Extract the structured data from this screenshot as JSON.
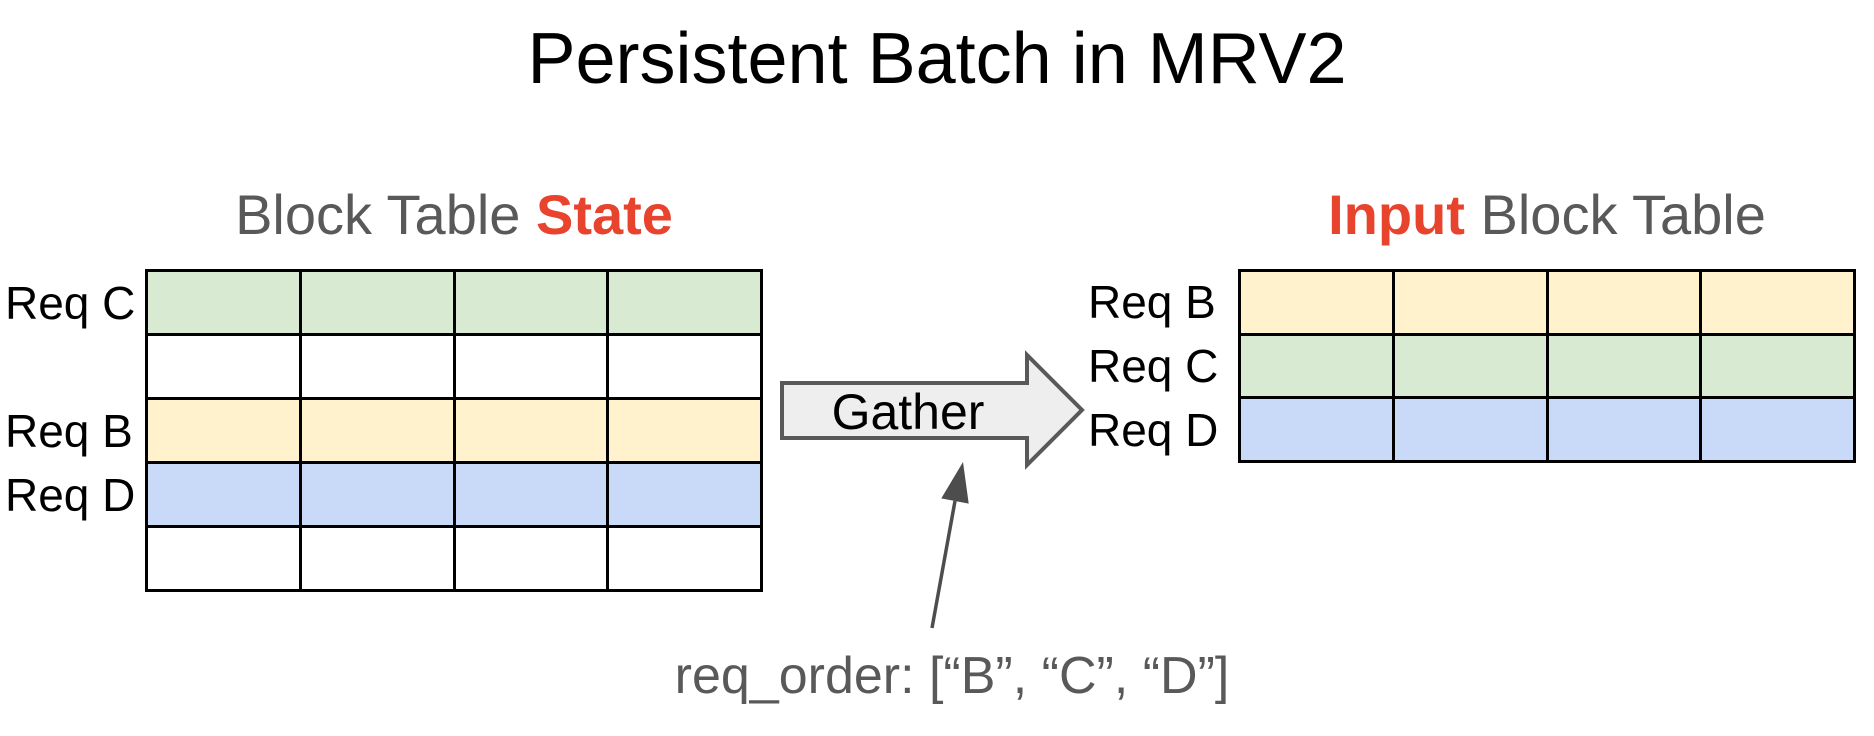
{
  "title": "Persistent Batch in MRV2",
  "left_panel": {
    "heading": {
      "normal": "Block Table ",
      "highlight": "State"
    },
    "table": {
      "columns": 4,
      "rows": [
        {
          "label": "Req C",
          "fill": "#D9EAD3"
        },
        {
          "label": "",
          "fill": "#FFFFFF"
        },
        {
          "label": "Req B",
          "fill": "#FFF2CC"
        },
        {
          "label": "Req D",
          "fill": "#C9DAF8"
        },
        {
          "label": "",
          "fill": "#FFFFFF"
        }
      ]
    }
  },
  "right_panel": {
    "heading": {
      "highlight": "Input",
      "normal": " Block Table"
    },
    "table": {
      "columns": 4,
      "rows": [
        {
          "label": "Req B",
          "fill": "#FFF2CC"
        },
        {
          "label": "Req C",
          "fill": "#D9EAD3"
        },
        {
          "label": "Req D",
          "fill": "#C9DAF8"
        }
      ]
    }
  },
  "gather": {
    "label": "Gather"
  },
  "annotation": {
    "req_order": "req_order: [“B”, “C”, “D”]"
  },
  "colors": {
    "highlight_red": "#E8432C",
    "heading_gray": "#595959",
    "table_border": "#000000",
    "arrow_fill": "#EEEEEE",
    "arrow_stroke": "#595959",
    "pointer_gray": "#4D4D4D",
    "row_green": "#D9EAD3",
    "row_yellow": "#FFF2CC",
    "row_blue": "#C9DAF8"
  }
}
